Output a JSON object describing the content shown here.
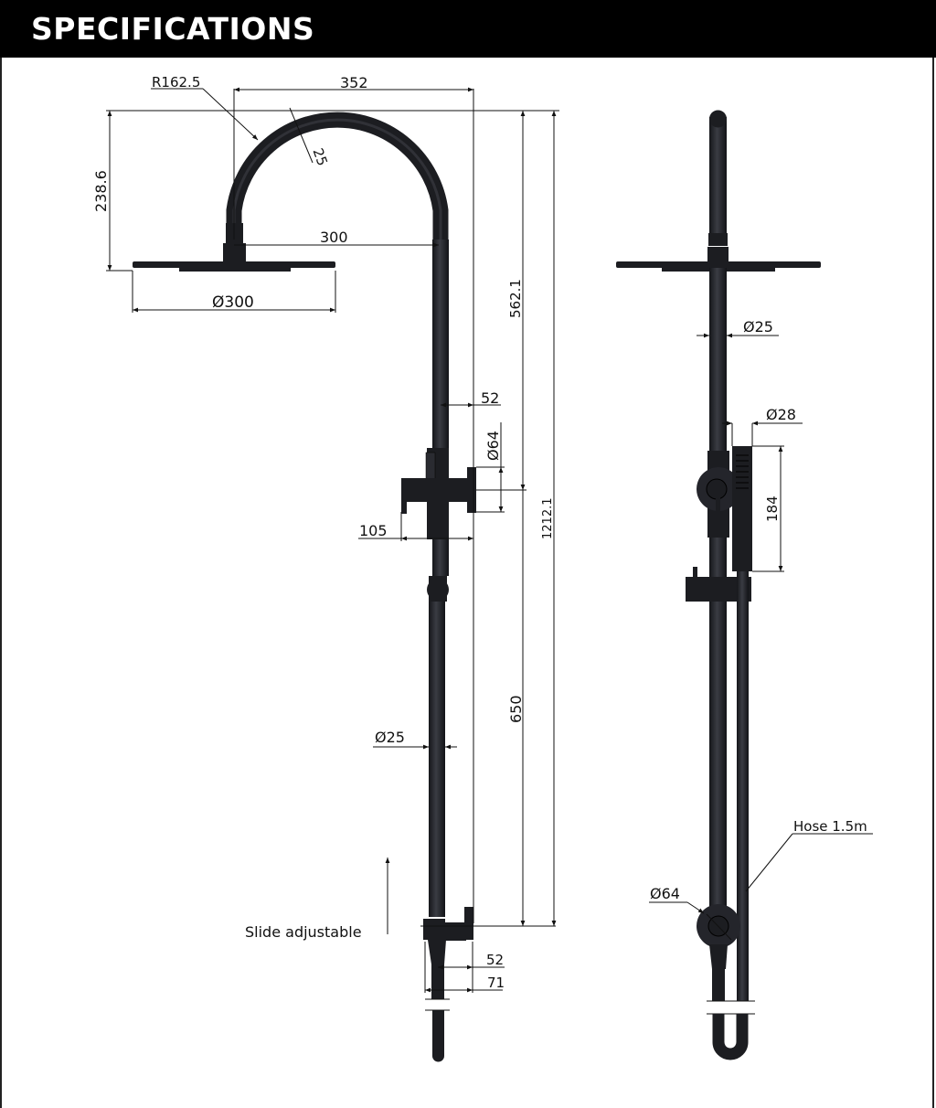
{
  "header": {
    "title": "SPECIFICATIONS"
  },
  "colors": {
    "header_bg": "#000000",
    "header_text": "#ffffff",
    "product": "#1c1d21",
    "line": "#111111"
  },
  "front_view": {
    "labels": {
      "arm_radius": "R162.5",
      "arm_span": "352",
      "arm_pipe_dia": "25",
      "arm_height": "238.6",
      "head_offset": "300",
      "head_dia": "Ø300",
      "total_to_diverter": "562.1",
      "total_height": "1212.1",
      "diverter_projection": "52",
      "diverter_dia": "Ø64",
      "diverter_lever": "105",
      "rail_length": "650",
      "rail_dia": "Ø25",
      "slide_note": "Slide adjustable",
      "bracket_projection": "52",
      "bracket_depth": "71"
    }
  },
  "side_view": {
    "labels": {
      "riser_dia": "Ø25",
      "handshower_dia": "Ø28",
      "handshower_length": "184",
      "bracket_dia": "Ø64",
      "hose": "Hose 1.5m"
    }
  }
}
